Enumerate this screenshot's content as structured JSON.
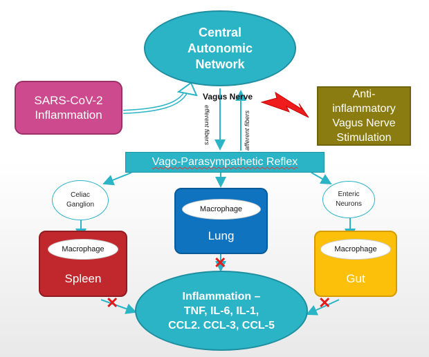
{
  "nodes": {
    "central": {
      "lines": [
        "Central",
        "Autonomic",
        "Network"
      ]
    },
    "sars": {
      "lines": [
        "SARS-CoV-2",
        "Inflammation"
      ]
    },
    "anti": {
      "lines": [
        "Anti-",
        "inflammatory",
        "Vagus Nerve",
        "Stimulation"
      ]
    },
    "vagus_nerve": "Vagus Nerve",
    "efferent": "efferent fibers",
    "afferent": "afferent fibers",
    "reflex": "Vago-Parasympathetic Reflex",
    "celiac": {
      "lines": [
        "Celiac",
        "Ganglion"
      ]
    },
    "enteric": {
      "lines": [
        "Enteric",
        "Neurons"
      ]
    },
    "spleen": {
      "macrophage": "Macrophage",
      "label": "Spleen"
    },
    "lung": {
      "macrophage": "Macrophage",
      "label": "Lung"
    },
    "gut": {
      "macrophage": "Macrophage",
      "label": "Gut"
    },
    "inflammation": {
      "lines": [
        "Inflammation –",
        "TNF, IL-6, IL-1,",
        "CCL2. CCL-3, CCL-5"
      ]
    }
  },
  "marks": {
    "block_symbol": "✕"
  },
  "colors": {
    "teal": "#2bb3c6",
    "magenta": "#cc4a8d",
    "olive": "#8a7c10",
    "spleen_red": "#c0282d",
    "lung_blue": "#0f73c0",
    "gut_yellow": "#fdc00a",
    "block_red": "#e01b1b"
  }
}
